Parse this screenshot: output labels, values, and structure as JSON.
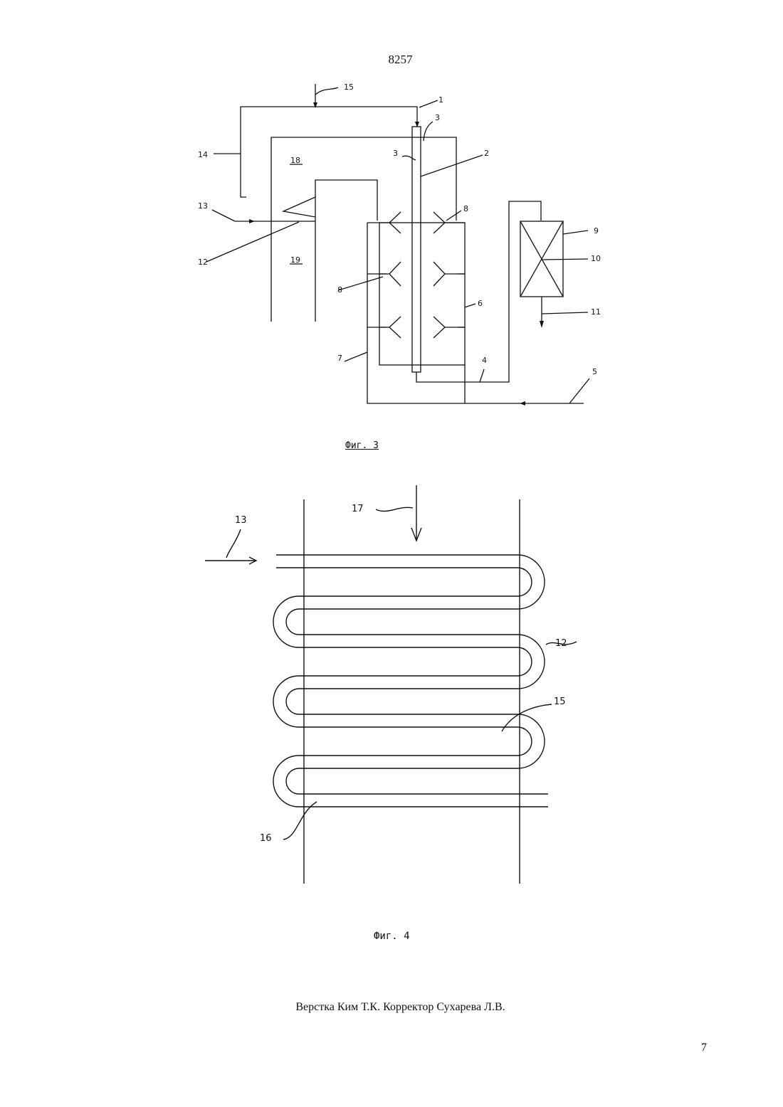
{
  "header": {
    "doc_number": "8257"
  },
  "figure3": {
    "caption": "Фиг. 3",
    "labels": {
      "l1": "1",
      "l2": "2",
      "l3a": "3",
      "l3b": "3",
      "l4": "4",
      "l5": "5",
      "l6": "6",
      "l7": "7",
      "l8a": "8",
      "l8b": "8",
      "l9": "9",
      "l10": "10",
      "l11": "11",
      "l12": "12",
      "l13": "13",
      "l14": "14",
      "l15": "15",
      "l18": "18",
      "l19": "19"
    }
  },
  "figure4": {
    "caption": "Фиг. 4",
    "labels": {
      "l12": "12",
      "l13": "13",
      "l15": "15",
      "l16": "16",
      "l17": "17"
    }
  },
  "footer": {
    "credits": "Верстка Ким Т.К.   Корректор Сухарева Л.В.",
    "page_number": "7"
  }
}
